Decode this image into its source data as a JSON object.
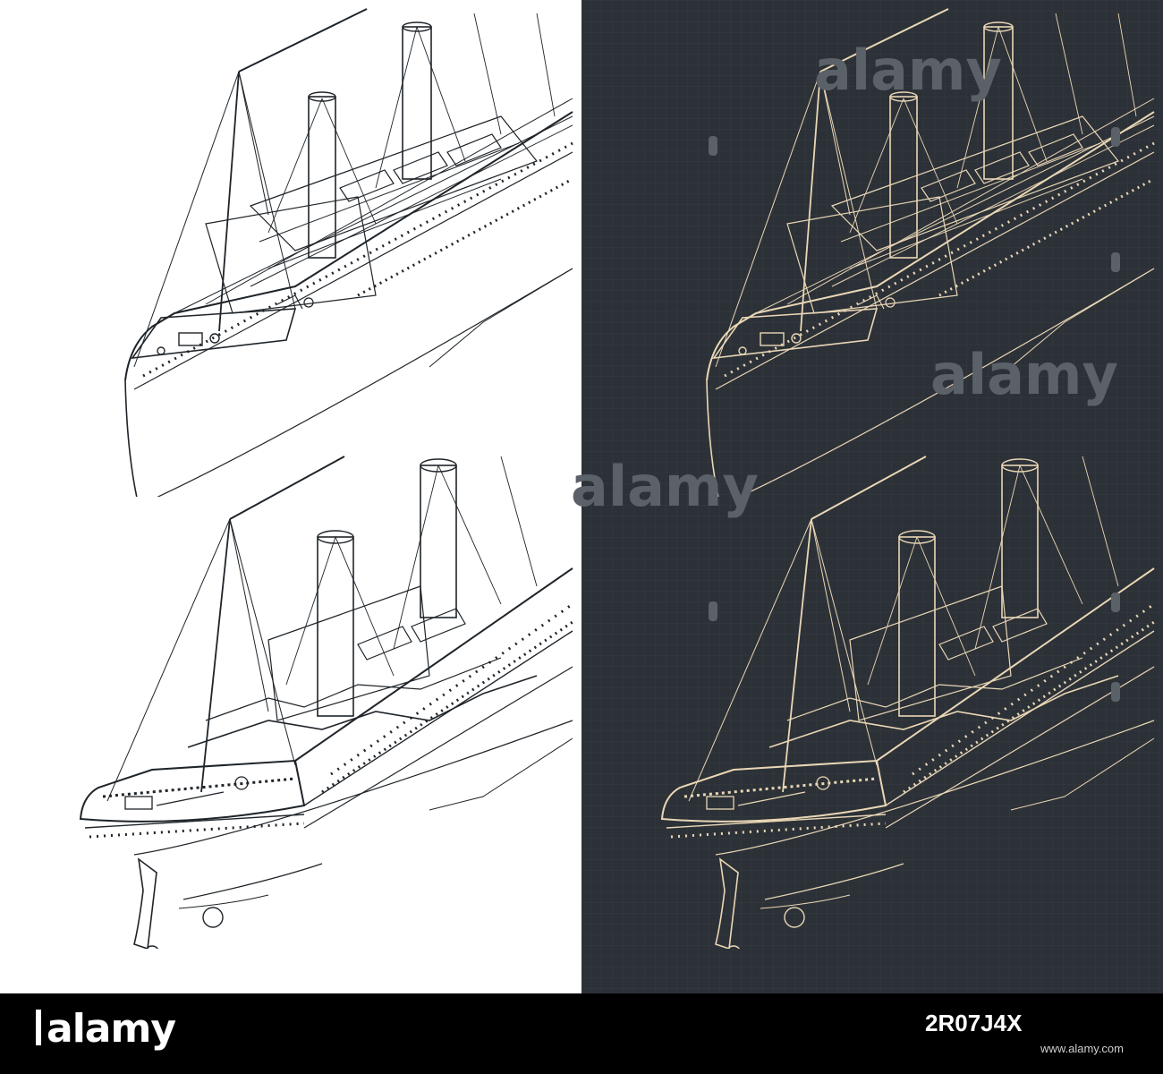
{
  "watermark": {
    "text": "alamy",
    "color_on_dark": "#5b6168"
  },
  "footer": {
    "brand": "alamy",
    "image_id": "2R07J4X",
    "url": "www.alamy.com"
  },
  "colors": {
    "light_panel": "#ffffff",
    "dark_panel": "#2c3137",
    "ink_on_light": "#1e2429",
    "ink_on_dark": "#ead7b6",
    "footer_bg": "#000000"
  },
  "panels": [
    {
      "id": "light-top",
      "content": "ship-bow-blueprint-icon"
    },
    {
      "id": "light-bottom",
      "content": "ship-stern-blueprint-icon"
    },
    {
      "id": "dark-top",
      "content": "ship-bow-blueprint-icon"
    },
    {
      "id": "dark-bottom",
      "content": "ship-stern-blueprint-icon"
    }
  ]
}
